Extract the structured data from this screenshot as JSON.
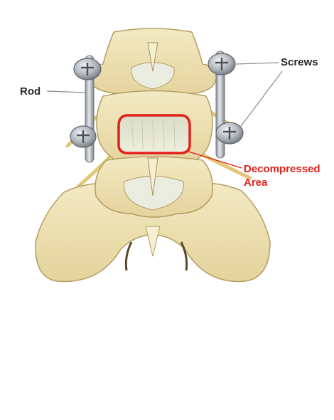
{
  "labels": {
    "screws": "Screws",
    "rod": "Rod",
    "decompressed_line1": "Decompressed",
    "decompressed_line2": "Area"
  },
  "colors": {
    "bone": "#efe3b4",
    "bone_shadow": "#c9b478",
    "bone_outline": "#a8925a",
    "nerve": "#e8cf86",
    "metal": "#b9bec4",
    "metal_dark": "#7c8289",
    "highlight": "#e3201b",
    "label_text": "#2a2a2a",
    "leader_line": "#8a8a8a"
  }
}
